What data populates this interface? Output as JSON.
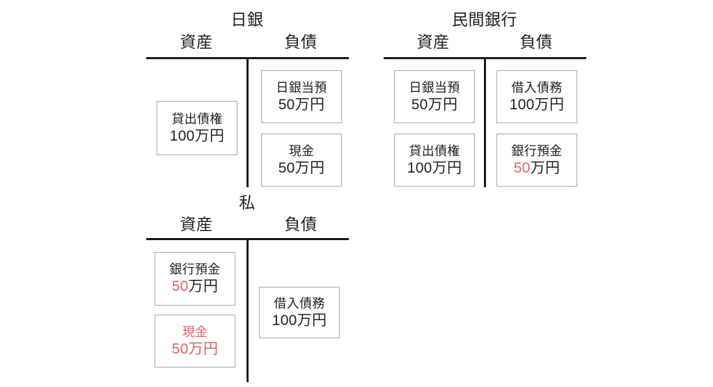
{
  "diagram": {
    "type": "balance-sheet-t-accounts",
    "background": "#ffffff",
    "accent_red": "#e0606a",
    "text_color": "#1f1f1f",
    "rule_color": "#1a1a1a",
    "box_border_color": "#a9a9a9",
    "column_headers": {
      "assets": "資産",
      "liabilities": "負債"
    }
  },
  "sheets": [
    {
      "id": "boj",
      "title": "日銀",
      "assets_header": "資産",
      "liabilities_header": "負債",
      "assets": [
        {
          "label": "貸出債権",
          "amount_number": "100",
          "amount_unit": "万円",
          "label_red": false,
          "number_red": false
        }
      ],
      "liabilities": [
        {
          "label": "日銀当預",
          "amount_number": "50",
          "amount_unit": "万円",
          "label_red": false,
          "number_red": false
        },
        {
          "label": "現金",
          "amount_number": "50",
          "amount_unit": "万円",
          "label_red": false,
          "number_red": false
        }
      ]
    },
    {
      "id": "commercial-bank",
      "title": "民間銀行",
      "assets_header": "資産",
      "liabilities_header": "負債",
      "assets": [
        {
          "label": "日銀当預",
          "amount_number": "50",
          "amount_unit": "万円",
          "label_red": false,
          "number_red": false
        },
        {
          "label": "貸出債権",
          "amount_number": "100",
          "amount_unit": "万円",
          "label_red": false,
          "number_red": false
        }
      ],
      "liabilities": [
        {
          "label": "借入債務",
          "amount_number": "100",
          "amount_unit": "万円",
          "label_red": false,
          "number_red": false
        },
        {
          "label": "銀行預金",
          "amount_number": "50",
          "amount_unit": "万円",
          "label_red": false,
          "number_red": true
        }
      ]
    },
    {
      "id": "me",
      "title": "私",
      "assets_header": "資産",
      "liabilities_header": "負債",
      "assets": [
        {
          "label": "銀行預金",
          "amount_number": "50",
          "amount_unit": "万円",
          "label_red": false,
          "number_red": true
        },
        {
          "label": "現金",
          "amount_number": "50",
          "amount_unit": "万円",
          "label_red": true,
          "number_red": true
        }
      ],
      "liabilities": [
        {
          "label": "借入債務",
          "amount_number": "100",
          "amount_unit": "万円",
          "label_red": false,
          "number_red": false
        }
      ]
    }
  ]
}
